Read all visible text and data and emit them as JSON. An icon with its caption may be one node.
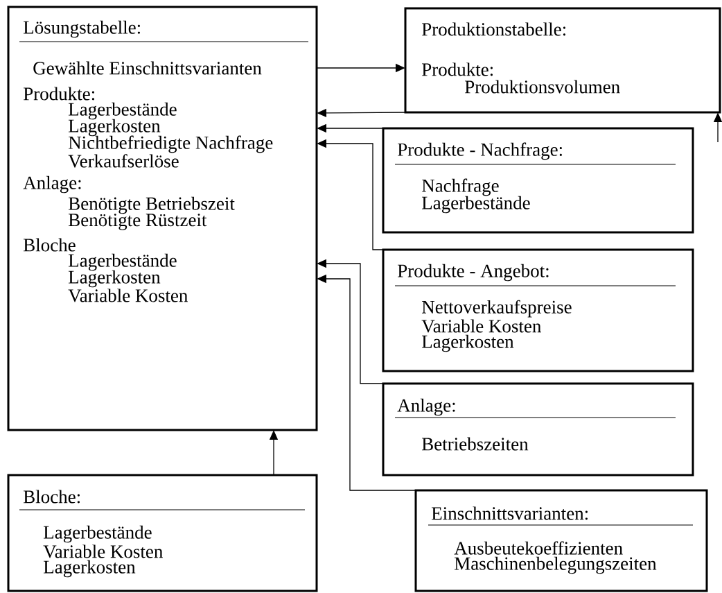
{
  "diagram": {
    "nodes": [
      {
        "text": [
          "Lösungstabelle:",
          "Gewählte Einschnittsvarianten",
          "Produkte:",
          "Lagerbestände",
          "Lagerkosten",
          "Nichtbefriedigte Nachfrage",
          "Verkaufserlöse",
          "Anlage:",
          "Benötigte Betriebszeit",
          "Benötigte Rüstzeit",
          "Bloche",
          "Lagerbestände",
          "Lagerkosten",
          "Variable Kosten"
        ]
      },
      {
        "text": [
          "Produktionstabelle:",
          "Produkte:",
          "Produktionsvolumen"
        ]
      },
      {
        "text": [
          "Produkte - Nachfrage:",
          "Nachfrage",
          "Lagerbestände"
        ]
      },
      {
        "text": [
          "Produkte - Angebot:",
          "Nettoverkaufspreise",
          "Variable Kosten",
          "Lagerkosten"
        ]
      },
      {
        "text": [
          "Anlage:",
          "Betriebszeiten"
        ]
      },
      {
        "text": [
          "Bloche:",
          "Lagerbestände",
          "Variable Kosten",
          "Lagerkosten"
        ]
      },
      {
        "text": [
          "Einschnittsvarianten:",
          "Ausbeutekoeffizienten",
          "Maschinenbelegungszeiten"
        ]
      }
    ],
    "edges": [
      {
        "from": 0,
        "to": 1,
        "arrow": "to"
      },
      {
        "from": 1,
        "to": 0,
        "arrow": "to"
      },
      {
        "from": 2,
        "to": 0,
        "arrow": "to"
      },
      {
        "from": 3,
        "to": 0,
        "arrow": "to"
      },
      {
        "from": 4,
        "to": 0,
        "arrow": "to"
      },
      {
        "from": 6,
        "to": 0,
        "arrow": "to"
      },
      {
        "from": 5,
        "to": 0,
        "arrow": "to"
      },
      {
        "from": null,
        "to": 1,
        "arrow": "to"
      }
    ]
  }
}
